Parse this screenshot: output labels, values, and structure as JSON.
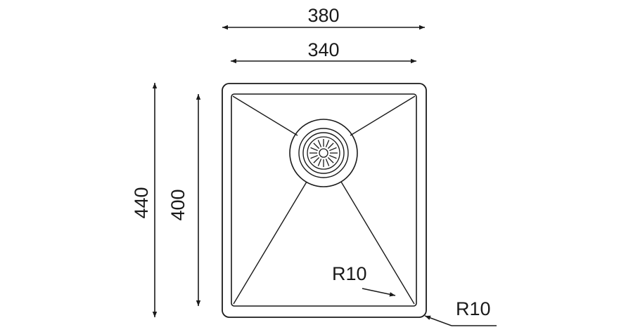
{
  "dimensions": {
    "outer_width": "380",
    "inner_width": "340",
    "outer_height": "440",
    "inner_height": "400",
    "inner_corner_radius": "R10",
    "outer_corner_radius": "R10"
  },
  "colors": {
    "stroke": "#1a1a1a",
    "background": "#ffffff"
  }
}
